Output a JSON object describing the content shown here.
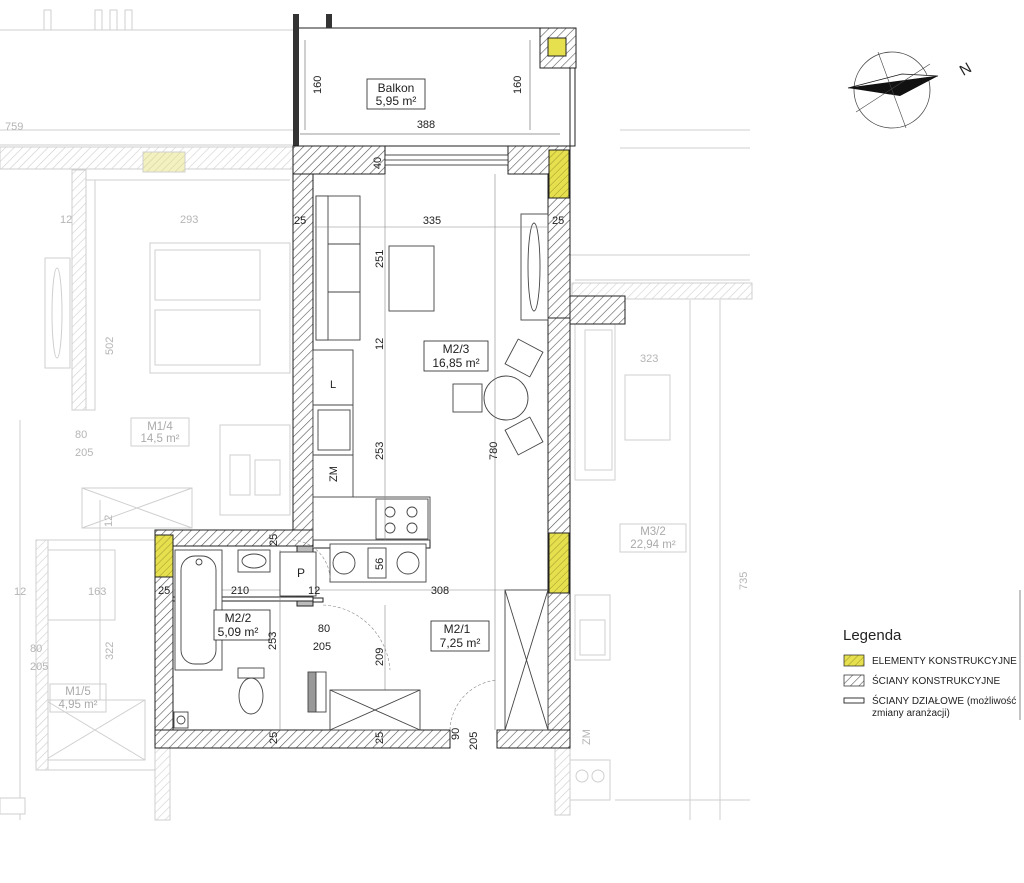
{
  "rooms": {
    "balcony": {
      "name": "Balkon",
      "area": "5,95 m²"
    },
    "m23": {
      "name": "M2/3",
      "area": "16,85 m²"
    },
    "m22": {
      "name": "M2/2",
      "area": "5,09 m²"
    },
    "m21": {
      "name": "M2/1",
      "area": "7,25 m²"
    }
  },
  "neighbors": {
    "m14": {
      "name": "M1/4",
      "area": "14,5 m²"
    },
    "m15": {
      "name": "M1/5",
      "area": "4,95 m²"
    },
    "m32": {
      "name": "M3/2",
      "area": "22,94 m²"
    }
  },
  "fixtures": {
    "fridge": "L",
    "freezer": "ZM",
    "utility": "P",
    "hob_width": "56"
  },
  "dimensions": {
    "balcony_depth_left": "160",
    "balcony_depth_right": "160",
    "balcony_width": "388",
    "wall_40": "40",
    "wall_25_left": "25",
    "wall_25_right": "25",
    "room_width_335": "335",
    "len_251": "251",
    "gap_12_a": "12",
    "len_253": "253",
    "len_780": "780",
    "len_308": "308",
    "len_210": "210",
    "wall_25_bath_top": "25",
    "wall_25_bath_left": "25",
    "gap_12_b": "12",
    "len_253_bath": "253",
    "door_80": "80",
    "door_205": "205",
    "len_209": "209",
    "wall_25_bottom_a": "25",
    "wall_25_bottom_b": "25",
    "door_90": "90",
    "door_205_b": "205"
  },
  "faded_dimensions": {
    "d759": "759",
    "d293": "293",
    "d12_a": "12",
    "d502": "502",
    "d80_a": "80",
    "d205_a": "205",
    "d12_b": "12",
    "d163": "163",
    "d12_c": "12",
    "d80_b": "80",
    "d205_b": "205",
    "d322": "322",
    "d323": "323",
    "d735": "735",
    "zm_right": "ZM"
  },
  "compass": {
    "label": "N"
  },
  "legend": {
    "title": "Legenda",
    "items": [
      {
        "label": "ELEMENTY KONSTRUKCYJNE"
      },
      {
        "label": "ŚCIANY KONSTRUKCYJNE"
      },
      {
        "label_line1": "ŚCIANY DZIAŁOWE (możliwość",
        "label_line2": "zmiany aranżacji)"
      }
    ]
  },
  "colors": {
    "structural_yellow": "#e6e04f",
    "wall_hatch": "#555555",
    "faded": "#c8c8c8"
  }
}
